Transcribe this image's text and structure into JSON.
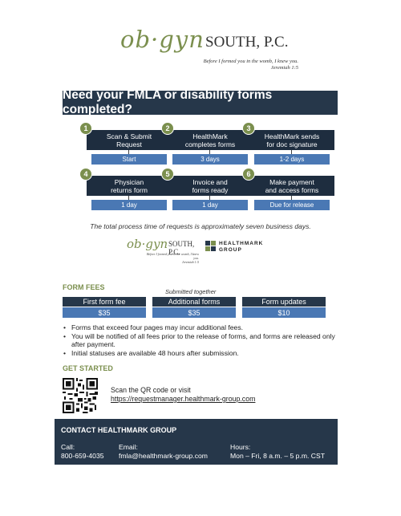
{
  "header": {
    "logo_main": "ob·gyn",
    "logo_south": "SOUTH, P.C.",
    "tagline_1": "Before I formed you in the womb, I knew you.",
    "tagline_2": "Jeremiah 1:5"
  },
  "banner": {
    "title": "Need your FMLA or disability forms completed?"
  },
  "steps": [
    {
      "num": "1",
      "label_1": "Scan & Submit",
      "label_2": "Request",
      "duration": "Start"
    },
    {
      "num": "2",
      "label_1": "HealthMark",
      "label_2": "completes forms",
      "duration": "3 days"
    },
    {
      "num": "3",
      "label_1": "HealthMark sends",
      "label_2": "for doc signature",
      "duration": "1-2 days"
    },
    {
      "num": "4",
      "label_1": "Physician",
      "label_2": "returns form",
      "duration": "1 day"
    },
    {
      "num": "5",
      "label_1": "Invoice and",
      "label_2": "forms ready",
      "duration": "1 day"
    },
    {
      "num": "6",
      "label_1": "Make payment",
      "label_2": "and access forms",
      "duration": "Due for release"
    }
  ],
  "total_note": "The total process time of requests is approximately seven business days.",
  "partner_logo": {
    "line_1": "HEALTHMARK",
    "line_2": "GROUP"
  },
  "fees": {
    "heading": "FORM FEES",
    "submitted_note": "Submitted together",
    "items": [
      {
        "label": "First form fee",
        "price": "$35"
      },
      {
        "label": "Additional forms",
        "price": "$35"
      },
      {
        "label": "Form updates",
        "price": "$10"
      }
    ]
  },
  "bullets": [
    "Forms that exceed four pages may incur additional fees.",
    "You will be notified of all fees prior to the release of forms, and forms are released only after payment.",
    "Initial statuses are available 48 hours after submission."
  ],
  "get_started": {
    "heading": "GET STARTED",
    "text": "Scan the QR code or visit",
    "link": "https://requestmanager.healthmark-group.com"
  },
  "contact": {
    "heading": "CONTACT HEALTHMARK GROUP",
    "call_label": "Call:",
    "call_value": "800-659-4035",
    "email_label": "Email:",
    "email_value": "fmla@healthmark-group.com",
    "hours_label": "Hours:",
    "hours_value": "Mon – Fri, 8 a.m. – 5 p.m. CST"
  },
  "colors": {
    "navy": "#26374a",
    "blue": "#4a78b4",
    "olive": "#7b8f4e"
  }
}
